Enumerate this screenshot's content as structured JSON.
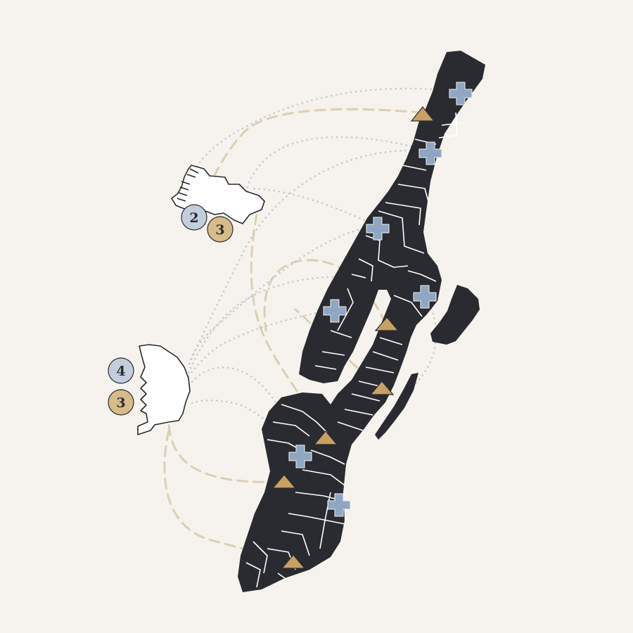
{
  "colors": {
    "background": "#f6f3ee",
    "land": "#2a2b30",
    "cross_marker": "#8fa6c4",
    "triangle_marker": "#c9a064",
    "badge_blue": "#c2cedd",
    "badge_tan": "#d8bb8b",
    "dashed_route": "#dccfb2",
    "dotted_route": "#c4c9cf"
  },
  "icons": {
    "cross": "plus-cross-icon",
    "triangle": "triangle-icon"
  },
  "badges": {
    "upper_facility": {
      "blue": "2",
      "tan": "3"
    },
    "lower_facility": {
      "blue": "4",
      "tan": "3"
    }
  }
}
